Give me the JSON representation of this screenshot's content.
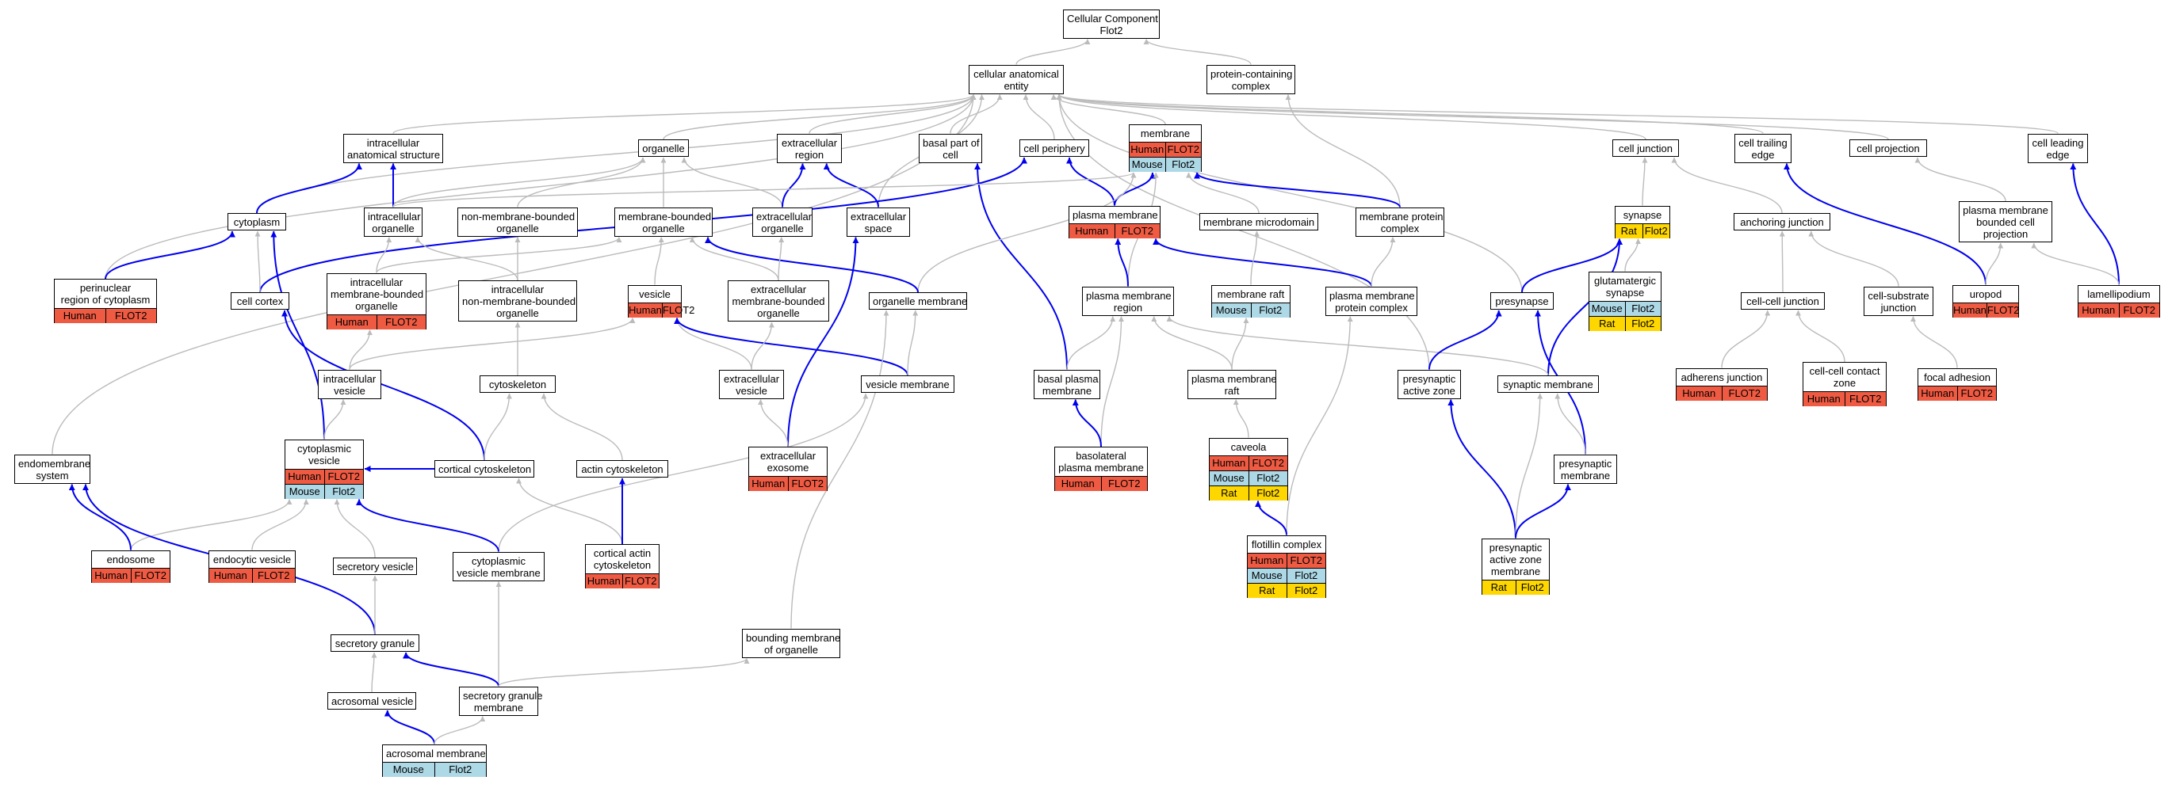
{
  "colors": {
    "species": {
      "Human": "#EF5A42",
      "Mouse": "#ADD8E6",
      "Rat": "#FFD700"
    },
    "is_a_edge": "#BBBBBB",
    "direct_edge": "#0000EE"
  },
  "nodes": [
    {
      "id": "cc",
      "lines": [
        "Cellular Component",
        "Flot2"
      ]
    },
    {
      "id": "cae",
      "lines": [
        "cellular anatomical",
        "entity"
      ]
    },
    {
      "id": "pcc",
      "lines": [
        "protein-containing",
        "complex"
      ]
    },
    {
      "id": "ias",
      "lines": [
        "intracellular",
        "anatomical structure"
      ]
    },
    {
      "id": "organelle",
      "lines": [
        "organelle"
      ]
    },
    {
      "id": "ecr",
      "lines": [
        "extracellular",
        "region"
      ]
    },
    {
      "id": "bpc",
      "lines": [
        "basal part of",
        "cell"
      ]
    },
    {
      "id": "cper",
      "lines": [
        "cell periphery"
      ]
    },
    {
      "id": "membrane",
      "lines": [
        "membrane"
      ],
      "rows": [
        [
          "Human",
          "FLOT2"
        ],
        [
          "Mouse",
          "Flot2"
        ]
      ]
    },
    {
      "id": "cj",
      "lines": [
        "cell junction"
      ]
    },
    {
      "id": "cte",
      "lines": [
        "cell trailing",
        "edge"
      ]
    },
    {
      "id": "cproj",
      "lines": [
        "cell projection"
      ]
    },
    {
      "id": "cle",
      "lines": [
        "cell leading",
        "edge"
      ]
    },
    {
      "id": "cyto",
      "lines": [
        "cytoplasm"
      ]
    },
    {
      "id": "io",
      "lines": [
        "intracellular",
        "organelle"
      ]
    },
    {
      "id": "nmbo",
      "lines": [
        "non-membrane-bounded",
        "organelle"
      ]
    },
    {
      "id": "mbo",
      "lines": [
        "membrane-bounded",
        "organelle"
      ]
    },
    {
      "id": "eco",
      "lines": [
        "extracellular",
        "organelle"
      ]
    },
    {
      "id": "ecs",
      "lines": [
        "extracellular",
        "space"
      ]
    },
    {
      "id": "pm",
      "lines": [
        "plasma membrane"
      ],
      "rows": [
        [
          "Human",
          "FLOT2"
        ]
      ]
    },
    {
      "id": "mmd",
      "lines": [
        "membrane microdomain"
      ]
    },
    {
      "id": "mpc",
      "lines": [
        "membrane protein",
        "complex"
      ]
    },
    {
      "id": "syn",
      "lines": [
        "synapse"
      ],
      "rows": [
        [
          "Rat",
          "Flot2"
        ]
      ]
    },
    {
      "id": "aj",
      "lines": [
        "anchoring junction"
      ]
    },
    {
      "id": "pmbcp",
      "lines": [
        "plasma membrane",
        "bounded cell",
        "projection"
      ]
    },
    {
      "id": "prc",
      "lines": [
        "perinuclear",
        "region of cytoplasm"
      ],
      "rows": [
        [
          "Human",
          "FLOT2"
        ]
      ]
    },
    {
      "id": "ccx",
      "lines": [
        "cell cortex"
      ]
    },
    {
      "id": "imbo",
      "lines": [
        "intracellular",
        "membrane-bounded",
        "organelle"
      ],
      "rows": [
        [
          "Human",
          "FLOT2"
        ]
      ]
    },
    {
      "id": "inmbo",
      "lines": [
        "intracellular",
        "non-membrane-bounded",
        "organelle"
      ]
    },
    {
      "id": "ves",
      "lines": [
        "vesicle"
      ],
      "rows": [
        [
          "Human",
          "FLOT2"
        ]
      ]
    },
    {
      "id": "ecmbo",
      "lines": [
        "extracellular",
        "membrane-bounded",
        "organelle"
      ]
    },
    {
      "id": "om",
      "lines": [
        "organelle membrane"
      ]
    },
    {
      "id": "pmr",
      "lines": [
        "plasma membrane",
        "region"
      ]
    },
    {
      "id": "mraft",
      "lines": [
        "membrane raft"
      ],
      "rows": [
        [
          "Mouse",
          "Flot2"
        ]
      ]
    },
    {
      "id": "pmpc",
      "lines": [
        "plasma membrane",
        "protein complex"
      ]
    },
    {
      "id": "presyn",
      "lines": [
        "presynapse"
      ]
    },
    {
      "id": "glut",
      "lines": [
        "glutamatergic",
        "synapse"
      ],
      "rows": [
        [
          "Mouse",
          "Flot2"
        ],
        [
          "Rat",
          "Flot2"
        ]
      ]
    },
    {
      "id": "ccj",
      "lines": [
        "cell-cell junction"
      ]
    },
    {
      "id": "csj",
      "lines": [
        "cell-substrate",
        "junction"
      ]
    },
    {
      "id": "uropod",
      "lines": [
        "uropod"
      ],
      "rows": [
        [
          "Human",
          "FLOT2"
        ]
      ]
    },
    {
      "id": "lamel",
      "lines": [
        "lamellipodium"
      ],
      "rows": [
        [
          "Human",
          "FLOT2"
        ]
      ]
    },
    {
      "id": "iv",
      "lines": [
        "intracellular",
        "vesicle"
      ]
    },
    {
      "id": "cytosk",
      "lines": [
        "cytoskeleton"
      ]
    },
    {
      "id": "ecv",
      "lines": [
        "extracellular",
        "vesicle"
      ]
    },
    {
      "id": "vm",
      "lines": [
        "vesicle membrane"
      ]
    },
    {
      "id": "bpm",
      "lines": [
        "basal plasma",
        "membrane"
      ]
    },
    {
      "id": "pmraft",
      "lines": [
        "plasma membrane",
        "raft"
      ]
    },
    {
      "id": "paz",
      "lines": [
        "presynaptic",
        "active zone"
      ]
    },
    {
      "id": "synm",
      "lines": [
        "synaptic membrane"
      ]
    },
    {
      "id": "adj",
      "lines": [
        "adherens junction"
      ],
      "rows": [
        [
          "Human",
          "FLOT2"
        ]
      ]
    },
    {
      "id": "cccz",
      "lines": [
        "cell-cell contact",
        "zone"
      ],
      "rows": [
        [
          "Human",
          "FLOT2"
        ]
      ]
    },
    {
      "id": "fa",
      "lines": [
        "focal adhesion"
      ],
      "rows": [
        [
          "Human",
          "FLOT2"
        ]
      ]
    },
    {
      "id": "cves",
      "lines": [
        "cytoplasmic",
        "vesicle"
      ],
      "rows": [
        [
          "Human",
          "FLOT2"
        ],
        [
          "Mouse",
          "Flot2"
        ]
      ]
    },
    {
      "id": "cortcs",
      "lines": [
        "cortical cytoskeleton"
      ]
    },
    {
      "id": "actcs",
      "lines": [
        "actin cytoskeleton"
      ]
    },
    {
      "id": "exo",
      "lines": [
        "extracellular",
        "exosome"
      ],
      "rows": [
        [
          "Human",
          "FLOT2"
        ]
      ]
    },
    {
      "id": "blpm",
      "lines": [
        "basolateral",
        "plasma membrane"
      ],
      "rows": [
        [
          "Human",
          "FLOT2"
        ]
      ]
    },
    {
      "id": "cav",
      "lines": [
        "caveola"
      ],
      "rows": [
        [
          "Human",
          "FLOT2"
        ],
        [
          "Mouse",
          "Flot2"
        ],
        [
          "Rat",
          "Flot2"
        ]
      ]
    },
    {
      "id": "presm",
      "lines": [
        "presynaptic",
        "membrane"
      ]
    },
    {
      "id": "ems",
      "lines": [
        "endomembrane",
        "system"
      ]
    },
    {
      "id": "endo",
      "lines": [
        "endosome"
      ],
      "rows": [
        [
          "Human",
          "FLOT2"
        ]
      ]
    },
    {
      "id": "endv",
      "lines": [
        "endocytic vesicle"
      ],
      "rows": [
        [
          "Human",
          "FLOT2"
        ]
      ]
    },
    {
      "id": "secv",
      "lines": [
        "secretory vesicle"
      ]
    },
    {
      "id": "cvm",
      "lines": [
        "cytoplasmic",
        "vesicle membrane"
      ]
    },
    {
      "id": "cacs",
      "lines": [
        "cortical actin",
        "cytoskeleton"
      ],
      "rows": [
        [
          "Human",
          "FLOT2"
        ]
      ]
    },
    {
      "id": "flc",
      "lines": [
        "flotillin complex"
      ],
      "rows": [
        [
          "Human",
          "FLOT2"
        ],
        [
          "Mouse",
          "Flot2"
        ],
        [
          "Rat",
          "Flot2"
        ]
      ]
    },
    {
      "id": "pazm",
      "lines": [
        "presynaptic",
        "active zone",
        "membrane"
      ],
      "rows": [
        [
          "Rat",
          "Flot2"
        ]
      ]
    },
    {
      "id": "secg",
      "lines": [
        "secretory granule"
      ]
    },
    {
      "id": "bmo",
      "lines": [
        "bounding membrane",
        "of organelle"
      ]
    },
    {
      "id": "acv",
      "lines": [
        "acrosomal vesicle"
      ]
    },
    {
      "id": "sgm",
      "lines": [
        "secretory granule",
        "membrane"
      ]
    },
    {
      "id": "acm",
      "lines": [
        "acrosomal membrane"
      ],
      "rows": [
        [
          "Mouse",
          "Flot2"
        ]
      ]
    }
  ],
  "edges": [
    [
      "cae",
      "cc",
      0
    ],
    [
      "pcc",
      "cc",
      0
    ],
    [
      "ias",
      "cae",
      0
    ],
    [
      "organelle",
      "cae",
      0
    ],
    [
      "ecr",
      "cae",
      0
    ],
    [
      "bpc",
      "cae",
      0
    ],
    [
      "cper",
      "cae",
      0
    ],
    [
      "membrane",
      "cae",
      0
    ],
    [
      "cj",
      "cae",
      0
    ],
    [
      "cte",
      "cae",
      0
    ],
    [
      "cproj",
      "cae",
      0
    ],
    [
      "cle",
      "cae",
      0
    ],
    [
      "ems",
      "cae",
      0
    ],
    [
      "prc",
      "cae",
      0
    ],
    [
      "cyto",
      "cae",
      0
    ],
    [
      "ecs",
      "cae",
      0
    ],
    [
      "presyn",
      "cae",
      0
    ],
    [
      "paz",
      "cae",
      0
    ],
    [
      "mpc",
      "pcc",
      0
    ],
    [
      "cyto",
      "ias",
      1
    ],
    [
      "io",
      "ias",
      1
    ],
    [
      "io",
      "organelle",
      0
    ],
    [
      "nmbo",
      "organelle",
      0
    ],
    [
      "mbo",
      "organelle",
      0
    ],
    [
      "eco",
      "organelle",
      0
    ],
    [
      "eco",
      "ecr",
      1
    ],
    [
      "ecs",
      "ecr",
      1
    ],
    [
      "bpm",
      "bpc",
      1
    ],
    [
      "pm",
      "cper",
      1
    ],
    [
      "ccx",
      "cper",
      1
    ],
    [
      "pm",
      "membrane",
      1
    ],
    [
      "mpc",
      "membrane",
      1
    ],
    [
      "mmd",
      "membrane",
      0
    ],
    [
      "om",
      "membrane",
      0
    ],
    [
      "pmr",
      "membrane",
      0
    ],
    [
      "io",
      "membrane",
      0
    ],
    [
      "syn",
      "cj",
      0
    ],
    [
      "aj",
      "cj",
      0
    ],
    [
      "uropod",
      "cte",
      1
    ],
    [
      "pmbcp",
      "cproj",
      0
    ],
    [
      "lamel",
      "cle",
      1
    ],
    [
      "prc",
      "cyto",
      1
    ],
    [
      "ccx",
      "cyto",
      0
    ],
    [
      "cves",
      "cyto",
      1
    ],
    [
      "imbo",
      "io",
      0
    ],
    [
      "inmbo",
      "io",
      0
    ],
    [
      "inmbo",
      "nmbo",
      0
    ],
    [
      "imbo",
      "mbo",
      0
    ],
    [
      "ves",
      "mbo",
      0
    ],
    [
      "ecmbo",
      "mbo",
      0
    ],
    [
      "om",
      "mbo",
      1
    ],
    [
      "ecmbo",
      "eco",
      0
    ],
    [
      "exo",
      "ecs",
      1
    ],
    [
      "pmr",
      "pm",
      1
    ],
    [
      "pmpc",
      "pm",
      1
    ],
    [
      "mraft",
      "mmd",
      0
    ],
    [
      "pmpc",
      "mpc",
      0
    ],
    [
      "presyn",
      "syn",
      1
    ],
    [
      "glut",
      "syn",
      0
    ],
    [
      "synm",
      "syn",
      1
    ],
    [
      "ccj",
      "aj",
      0
    ],
    [
      "csj",
      "aj",
      0
    ],
    [
      "uropod",
      "pmbcp",
      0
    ],
    [
      "lamel",
      "pmbcp",
      0
    ],
    [
      "cortcs",
      "ccx",
      1
    ],
    [
      "iv",
      "imbo",
      0
    ],
    [
      "cytosk",
      "inmbo",
      0
    ],
    [
      "iv",
      "ves",
      0
    ],
    [
      "ecv",
      "ves",
      0
    ],
    [
      "vm",
      "ves",
      1
    ],
    [
      "ecv",
      "ecmbo",
      0
    ],
    [
      "vm",
      "om",
      0
    ],
    [
      "bmo",
      "om",
      0
    ],
    [
      "bpm",
      "pmr",
      0
    ],
    [
      "pmraft",
      "pmr",
      0
    ],
    [
      "blpm",
      "pmr",
      0
    ],
    [
      "synm",
      "pmr",
      0
    ],
    [
      "pmraft",
      "mraft",
      0
    ],
    [
      "flc",
      "pmpc",
      0
    ],
    [
      "paz",
      "presyn",
      1
    ],
    [
      "presm",
      "presyn",
      1
    ],
    [
      "adj",
      "ccj",
      0
    ],
    [
      "cccz",
      "ccj",
      0
    ],
    [
      "fa",
      "csj",
      0
    ],
    [
      "cves",
      "iv",
      0
    ],
    [
      "cortcs",
      "cytosk",
      0
    ],
    [
      "actcs",
      "cytosk",
      0
    ],
    [
      "exo",
      "ecv",
      0
    ],
    [
      "cvm",
      "vm",
      0
    ],
    [
      "blpm",
      "bpm",
      1
    ],
    [
      "cav",
      "pmraft",
      0
    ],
    [
      "pazm",
      "paz",
      1
    ],
    [
      "presm",
      "synm",
      0
    ],
    [
      "pazm",
      "synm",
      0
    ],
    [
      "endo",
      "cves",
      0
    ],
    [
      "endv",
      "cves",
      0
    ],
    [
      "secv",
      "cves",
      0
    ],
    [
      "cvm",
      "cves",
      1
    ],
    [
      "cortcs",
      "cves",
      1
    ],
    [
      "cacs",
      "cortcs",
      0
    ],
    [
      "cacs",
      "actcs",
      1
    ],
    [
      "flc",
      "cav",
      1
    ],
    [
      "pazm",
      "presm",
      1
    ],
    [
      "endo",
      "ems",
      1
    ],
    [
      "secg",
      "ems",
      1
    ],
    [
      "secg",
      "secv",
      0
    ],
    [
      "sgm",
      "cvm",
      0
    ],
    [
      "acv",
      "secg",
      0
    ],
    [
      "sgm",
      "secg",
      1
    ],
    [
      "sgm",
      "bmo",
      0
    ],
    [
      "acm",
      "acv",
      1
    ],
    [
      "acm",
      "sgm",
      0
    ]
  ]
}
